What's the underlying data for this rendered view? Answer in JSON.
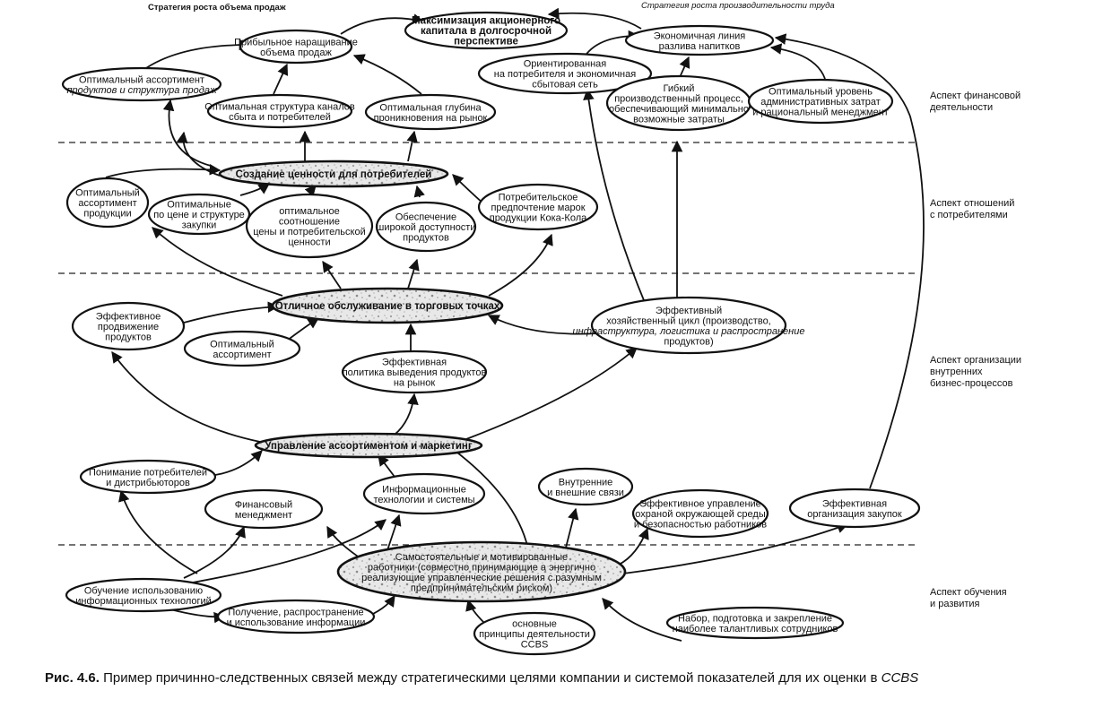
{
  "headers": {
    "left": "Стратегия роста объема продаж",
    "right": "Стратегия роста производительности труда"
  },
  "aspects": [
    [
      "Аспект финансовой",
      "деятельности"
    ],
    [
      "Аспект отношений",
      "с потребителями"
    ],
    [
      "Аспект организации",
      "внутренних",
      "бизнес-процессов"
    ],
    [
      "Аспект обучения",
      "и развития"
    ]
  ],
  "nodes": {
    "maximization": [
      "Максимизация акционерного",
      "капитала в долгосрочной",
      "перспективе"
    ],
    "profit_growth": [
      "Прибыльное наращивание",
      "объема продаж"
    ],
    "optimal_assortment_top": [
      "Оптимальный ассортимент",
      "продуктов и структура продаж"
    ],
    "channels": [
      "Оптимальная структура каналов",
      "сбыта и потребителей"
    ],
    "penetration": [
      "Оптимальная глубина",
      "проникновения на рынок"
    ],
    "bottling_line": [
      "Экономичная линия",
      "разлива напитков"
    ],
    "oriented_network": [
      "Ориентированная",
      "на потребителя и экономичная",
      "сбытовая сеть"
    ],
    "flexible_process": [
      "Гибкий",
      "производственный процесс,",
      "обеспечивающий минимально",
      "возможные затраты"
    ],
    "admin_costs": [
      "Оптимальный уровень",
      "административных затрат",
      "и рациональный менеджмент"
    ],
    "value_creation": [
      "Создание ценности для потребителей"
    ],
    "assortment_products": [
      "Оптимальный",
      "ассортимент",
      "продукции"
    ],
    "price_structure": [
      "Оптимальные",
      "по цене и структуре",
      "закупки"
    ],
    "price_value_ratio": [
      "оптимальное",
      "соотношение",
      "цены и потребительской",
      "ценности"
    ],
    "availability": [
      "Обеспечение",
      "широкой доступности",
      "продуктов"
    ],
    "brand_preference": [
      "Потребительское",
      "предпочтение марок",
      "продукции Кока-Кола"
    ],
    "service": [
      "Отличное обслуживание в торговых точках"
    ],
    "promotion": [
      "Эффективное",
      "продвижение",
      "продуктов"
    ],
    "optimal_assortment_mid": [
      "Оптимальный",
      "ассортимент"
    ],
    "launch_policy": [
      "Эффективная",
      "политика выведения продуктов",
      "на рынок"
    ],
    "business_cycle": [
      "Эффективный",
      "хозяйственный цикл (производство,",
      "инфраструктура, логистика и распространение",
      "продуктов)"
    ],
    "assortment_management": [
      "Управление ассортиментом и маркетинг"
    ],
    "understanding": [
      "Понимание потребителей",
      "и дистрибьюторов"
    ],
    "finance_mgmt": [
      "Финансовый",
      "менеджмент"
    ],
    "it_systems": [
      "Информационные",
      "технологии и системы"
    ],
    "relations": [
      "Внутренние",
      "и внешние связи"
    ],
    "environment": [
      "Эффективное управление",
      "охраной окружающей среды",
      "и безопасностью работников"
    ],
    "procurement": [
      "Эффективная",
      "организация закупок"
    ],
    "motivated_staff": [
      "Самостоятельные и мотивированные",
      "работники (совместно принимающие а энергично",
      "реализующие управленческие решения с разумным",
      "предпринимательским риском)"
    ],
    "it_training": [
      "Обучение использованию",
      "информационных технологий"
    ],
    "info_usage": [
      "Получение, распространение",
      "и использование информации"
    ],
    "principles": [
      "основные",
      "принципы деятельности",
      "CCBS"
    ],
    "talent": [
      "Набор, подготовка и закрепление",
      "наиболее талантливых сотрудников"
    ]
  },
  "caption": {
    "label": "Рис. 4.6.",
    "text": " Пример причинно-следственных связей между стратегическими целями компании и системой показателей для их оценки в ",
    "italic": "CCBS"
  }
}
